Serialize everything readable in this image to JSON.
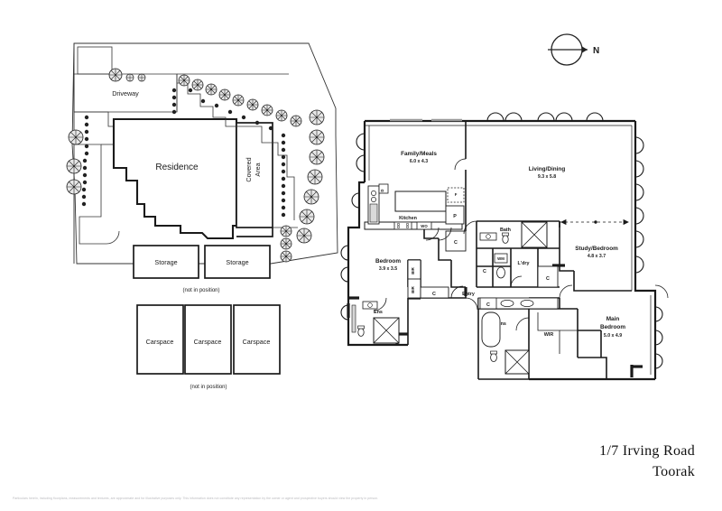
{
  "sheet": {
    "title_line1": "1/7 Irving Road",
    "title_line2": "Toorak",
    "disclaimer": "Particulars herein, including floorplans, measurements and textures, are approximate and for illustrative purposes only. This information does not constitute any representation by the owner or agent and prospective buyers should view the property in person.",
    "north_label": "N"
  },
  "site_plan": {
    "driveway": "Driveway",
    "residence": "Residence",
    "covered_area": "Covered\nArea",
    "covered_area_l1": "Covered",
    "covered_area_l2": "Area",
    "storage": [
      {
        "label": "Storage"
      },
      {
        "label": "Storage"
      }
    ],
    "storage_note": "(not in position)",
    "carspaces": [
      {
        "label": "Carspace"
      },
      {
        "label": "Carspace"
      },
      {
        "label": "Carspace"
      }
    ],
    "carspace_note": "(not in position)"
  },
  "floor_plan": {
    "rooms": [
      {
        "name": "Family/Meals",
        "dim": "6.0 x 4.3"
      },
      {
        "name": "Living/Dining",
        "dim": "9.3 x 5.8"
      },
      {
        "name": "Study/Bedroom",
        "dim": "4.8 x 3.7"
      },
      {
        "name": "Main\nBedroom",
        "dim": "5.0 x 4.9"
      },
      {
        "name": "Bedroom",
        "dim": "3.9 x 3.5"
      }
    ],
    "main_bedroom_l1": "Main",
    "main_bedroom_l2": "Bedroom",
    "kitchen": "Kitchen",
    "entry": "Entry",
    "bath": "Bath",
    "laundry": "L'dry",
    "wir": "WIR",
    "ens_main": "Ens",
    "ens_bed": "Ens",
    "wall_oven": "WO",
    "fridge": "F",
    "pantry": "P",
    "cupboards": [
      "C",
      "C",
      "C",
      "C",
      "C",
      "C"
    ],
    "bir": [
      "BIR",
      "BIR"
    ],
    "wm": "WM"
  }
}
